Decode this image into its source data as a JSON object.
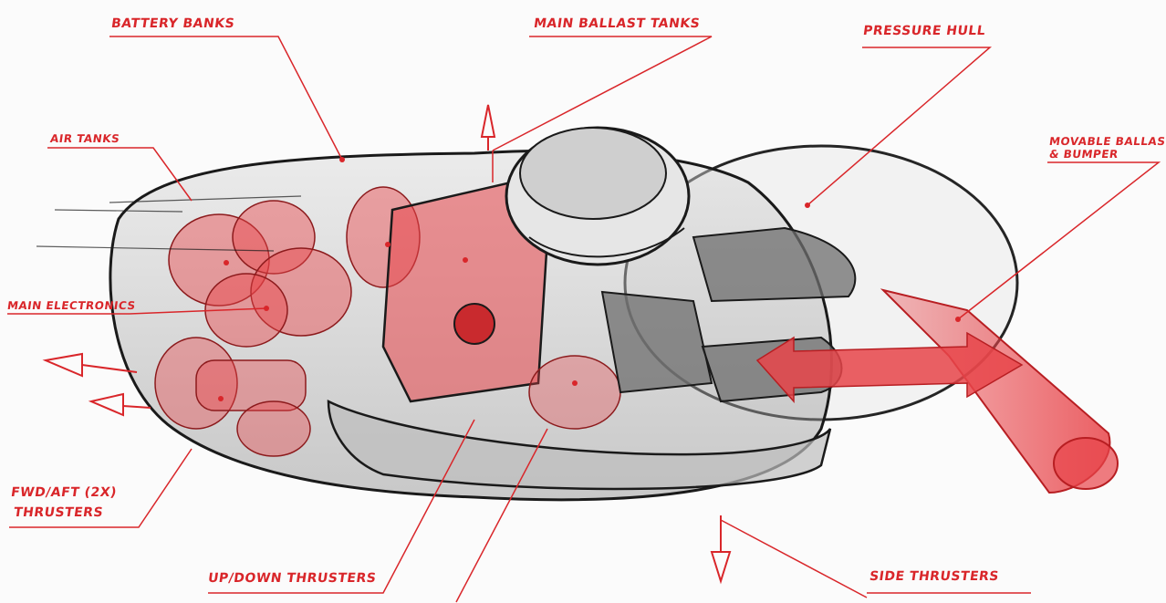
{
  "colors": {
    "ink": "#1a1a1a",
    "accent": "#d9262a",
    "accent_fill": "#e8454a",
    "paper": "#fbfbfb"
  },
  "labels": {
    "battery_banks": "Battery Banks",
    "main_ballast_tanks": "Main Ballast Tanks",
    "pressure_hull": "Pressure Hull",
    "air_tanks": "Air Tanks",
    "movable_ballast_line1": "Movable Ballast",
    "movable_ballast_line2": "& Bumper",
    "main_electronics": "Main Electronics",
    "fwd_aft_thrusters_line1": "Fwd/Aft (2x)",
    "fwd_aft_thrusters_line2": "Thrusters",
    "up_down_thrusters": "Up/Down Thrusters",
    "side_thrusters": "Side Thrusters"
  }
}
